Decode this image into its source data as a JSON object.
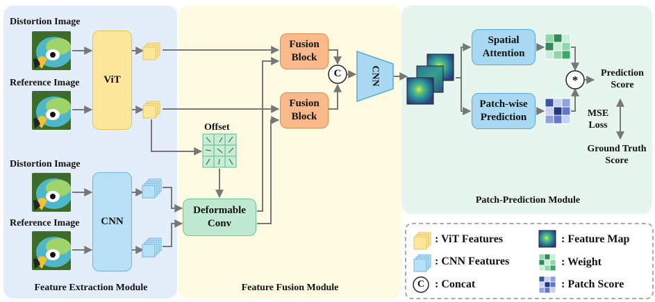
{
  "modules": {
    "extraction": "Feature Extraction Module",
    "fusion": "Feature Fusion Module",
    "prediction": "Patch-Prediction Module"
  },
  "inputs": {
    "distortion_top": "Distortion Image",
    "reference_top": "Reference Image",
    "distortion_bottom": "Distortion Image",
    "reference_bottom": "Reference Image"
  },
  "blocks": {
    "vit": "ViT",
    "cnn": "CNN",
    "offset": "Offset",
    "deformable": "Deformable Conv",
    "fusion_block_top": "Fusion Block",
    "fusion_block_bottom": "Fusion Block",
    "cnn_trapezoid": "CNN",
    "concat_symbol": "C",
    "spatial_attention": "Spatial Attention",
    "patch_wise": "Patch-wise Prediction",
    "multiply_symbol": "*",
    "prediction_score": "Prediction Score",
    "mse_loss": "MSE Loss",
    "ground_truth": "Ground Truth Score"
  },
  "legend": {
    "vit_features": ": ViT Features",
    "cnn_features": ": CNN Features",
    "concat": ": Concat",
    "concat_symbol": "C",
    "feature_map": ": Feature Map",
    "weight": ": Weight",
    "patch_score": ": Patch Score"
  },
  "colors": {
    "vit": "#fde79a",
    "cnn": "#b8e0f7",
    "fusion": "#f9b98a",
    "deformable": "#bfe9d1",
    "attention": "#a9d8f2",
    "panel_blue": "#e4eefb",
    "panel_yellow": "#fefbe2",
    "panel_green": "#e6f5ee"
  }
}
